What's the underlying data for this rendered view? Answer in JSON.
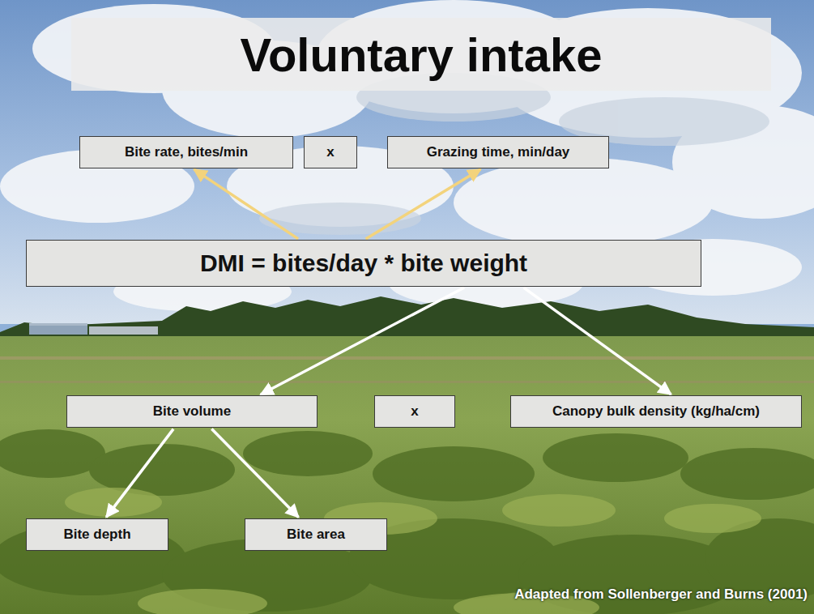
{
  "diagram": {
    "title": "Voluntary intake",
    "nodes": [
      {
        "text": [
          "Bite rate, bites/min"
        ]
      },
      {
        "text": [
          "x"
        ]
      },
      {
        "text": [
          "Grazing time, min/day"
        ]
      },
      {
        "text": [
          "DMI = bites/day * bite weight"
        ]
      },
      {
        "text": [
          "Bite volume"
        ]
      },
      {
        "text": [
          "x"
        ]
      },
      {
        "text": [
          "Canopy bulk density (kg/ha/cm)"
        ]
      },
      {
        "text": [
          "Bite depth"
        ]
      },
      {
        "text": [
          "Bite area"
        ]
      }
    ],
    "edges": [
      {
        "from": 3,
        "to": 0,
        "arrow": "to"
      },
      {
        "from": 3,
        "to": 2,
        "arrow": "to"
      },
      {
        "from": 3,
        "to": 4,
        "arrow": "to"
      },
      {
        "from": 3,
        "to": 6,
        "arrow": "to"
      },
      {
        "from": 4,
        "to": 7,
        "arrow": "to"
      },
      {
        "from": 4,
        "to": 8,
        "arrow": "to"
      }
    ],
    "labels": [
      "Adapted from Sollenberger and Burns (2001)"
    ]
  }
}
